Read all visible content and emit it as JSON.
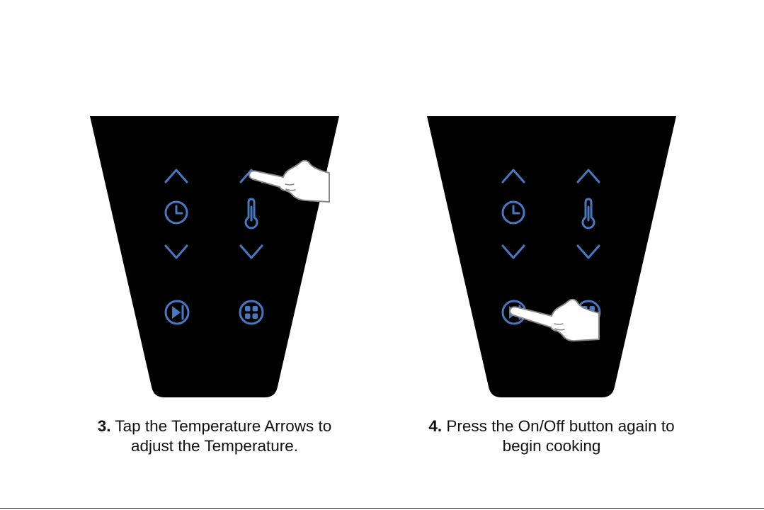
{
  "steps": [
    {
      "number": "3.",
      "line1": "Tap the Temperature Arrows to",
      "line2": "adjust the Temperature.",
      "pressed": "temperature-up-arrow"
    },
    {
      "number": "4.",
      "line1": "Press the On/Off button again to",
      "line2": "begin cooking",
      "pressed": "start-button"
    }
  ],
  "icons": [
    "time-up-arrow-icon",
    "temperature-up-arrow-icon",
    "clock-icon",
    "thermometer-icon",
    "time-down-arrow-icon",
    "temperature-down-arrow-icon",
    "start-pause-icon",
    "preset-menu-icon",
    "pointing-hand-icon"
  ],
  "colors": {
    "panel": "#000000",
    "icon": "#4a78c0",
    "hand_fill": "#ffffff",
    "hand_outline": "#888888",
    "text": "#111111"
  }
}
